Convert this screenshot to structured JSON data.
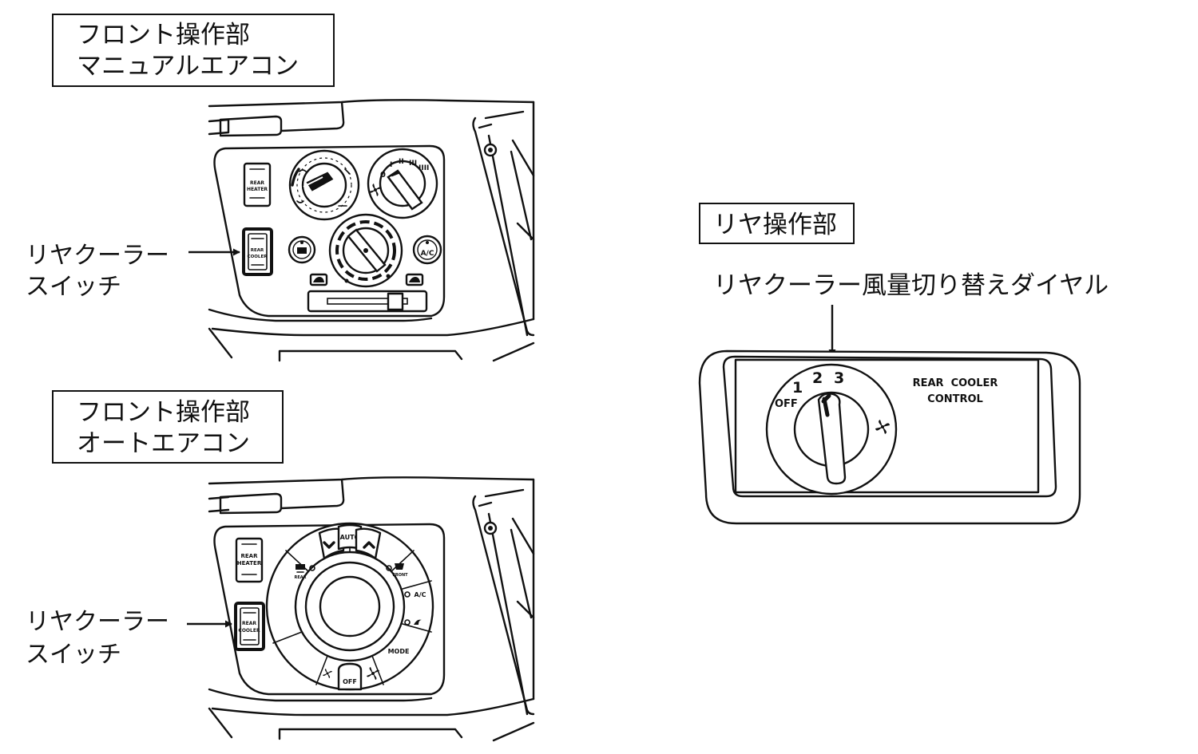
{
  "manual_section": {
    "title_line1": "フロント操作部",
    "title_line2": "マニュアルエアコン",
    "callout_line1": "リヤクーラー",
    "callout_line2": "スイッチ",
    "rear_heater_label": "REAR HEATER",
    "rear_cooler_label": "REAR COOLER",
    "fan_speed_marks": [
      "0",
      "I",
      "II",
      "III",
      "IIII"
    ],
    "ac_button_label": "A/C"
  },
  "auto_section": {
    "title_line1": "フロント操作部",
    "title_line2": "オートエアコン",
    "callout_line1": "リヤクーラー",
    "callout_line2": "スイッチ",
    "rear_heater_label": "REAR HEATER",
    "rear_cooler_label": "REAR COOLER",
    "auto_label": "AUTO",
    "ac_label": "A/C",
    "mode_label": "MODE",
    "off_label": "OFF",
    "rear_defrost_label": "REAR",
    "front_defrost_label": "FRONT"
  },
  "rear_section": {
    "title": "リヤ操作部",
    "callout": "リヤクーラー風量切り替えダイヤル",
    "off_label": "OFF",
    "speed_labels": [
      "1",
      "2",
      "3"
    ],
    "panel_label_line1": "REAR  COOLER",
    "panel_label_line2": "CONTROL"
  }
}
